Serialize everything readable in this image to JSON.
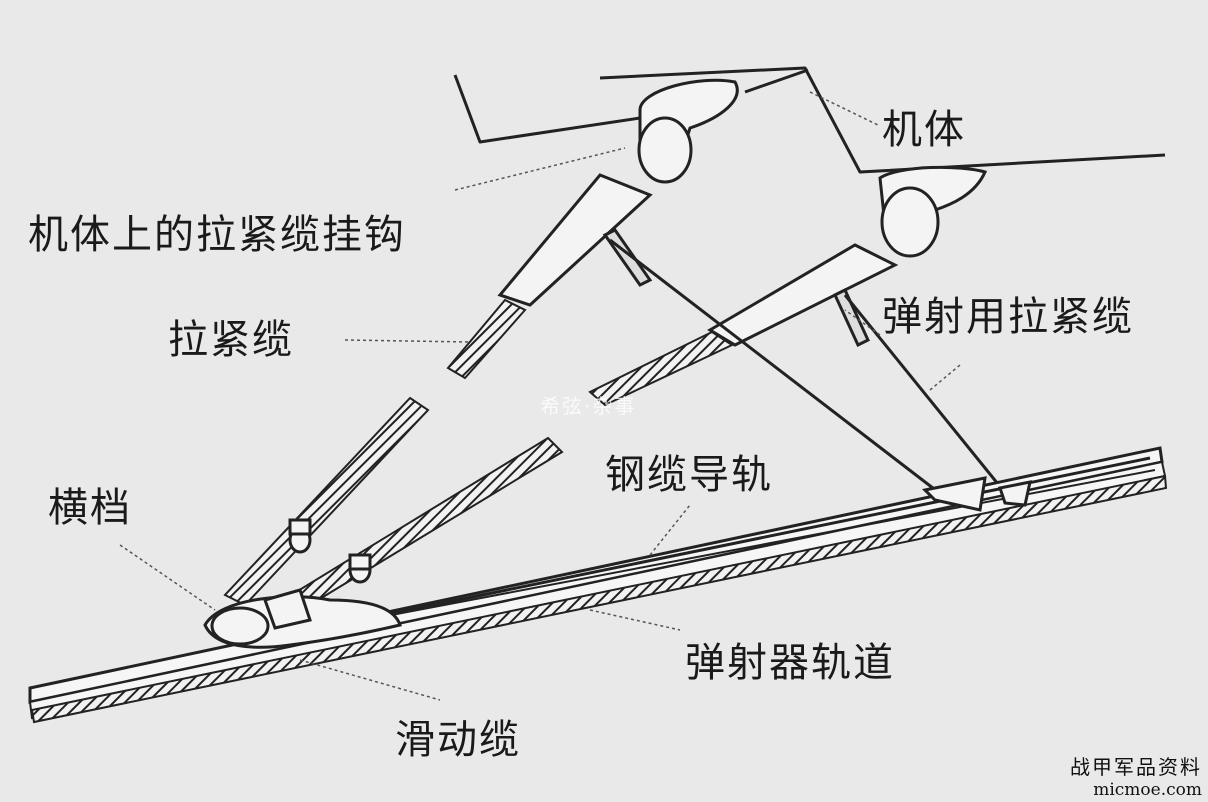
{
  "labels": {
    "airframe": "机体",
    "hook": "机体上的拉紧缆挂钩",
    "tension_cable": "拉紧缆",
    "launch_tension_cable": "弹射用拉紧缆",
    "crossbar": "横档",
    "cable_guide_rail": "钢缆导轨",
    "catapult_track": "弹射器轨道",
    "sliding_cable": "滑动缆"
  },
  "watermark": {
    "center": "希弦·杂事",
    "corner_cn": "战甲军品资料",
    "corner_url": "micmoe.com"
  }
}
